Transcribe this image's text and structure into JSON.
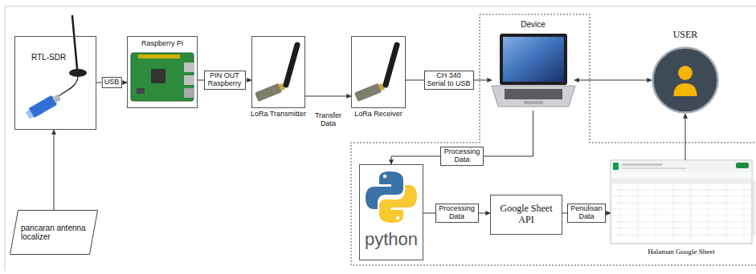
{
  "diagram": {
    "nodes": [
      {
        "text": [
          "RTL-SDR"
        ]
      },
      {
        "text": [
          "Raspberry Pi"
        ]
      },
      {
        "text": [
          "LoRa Transmitter"
        ]
      },
      {
        "text": [
          "LoRa Receiver"
        ]
      },
      {
        "text": [
          "Device"
        ]
      },
      {
        "text": [
          "USER"
        ]
      },
      {
        "text": [
          "pancaran antenna localizer"
        ]
      },
      {
        "text": [
          "python"
        ]
      },
      {
        "text": [
          "Google Sheet API"
        ]
      },
      {
        "text": [
          "Halaman Google Sheet"
        ]
      }
    ],
    "edges": [
      {
        "from": 0,
        "to": 1,
        "label": "USB",
        "arrow": "to"
      },
      {
        "from": 1,
        "to": 2,
        "label": "PIN OUT Raspberry",
        "arrow": "to"
      },
      {
        "from": 2,
        "to": 3,
        "label": "Transfer Data",
        "arrow": "to"
      },
      {
        "from": 3,
        "to": 4,
        "label": "CH 340 Serial to USB",
        "arrow": "to"
      },
      {
        "from": 4,
        "to": 5,
        "arrow": "both"
      },
      {
        "from": 6,
        "to": 0,
        "arrow": "to"
      },
      {
        "from": 4,
        "to": 7,
        "label": "Processing Data",
        "arrow": "to"
      },
      {
        "from": 7,
        "to": 8,
        "label": "Processing Data",
        "arrow": "to"
      },
      {
        "from": 8,
        "to": 9,
        "label": "Penulisan Data",
        "arrow": "to"
      },
      {
        "from": 9,
        "to": 5,
        "arrow": "to"
      }
    ]
  }
}
